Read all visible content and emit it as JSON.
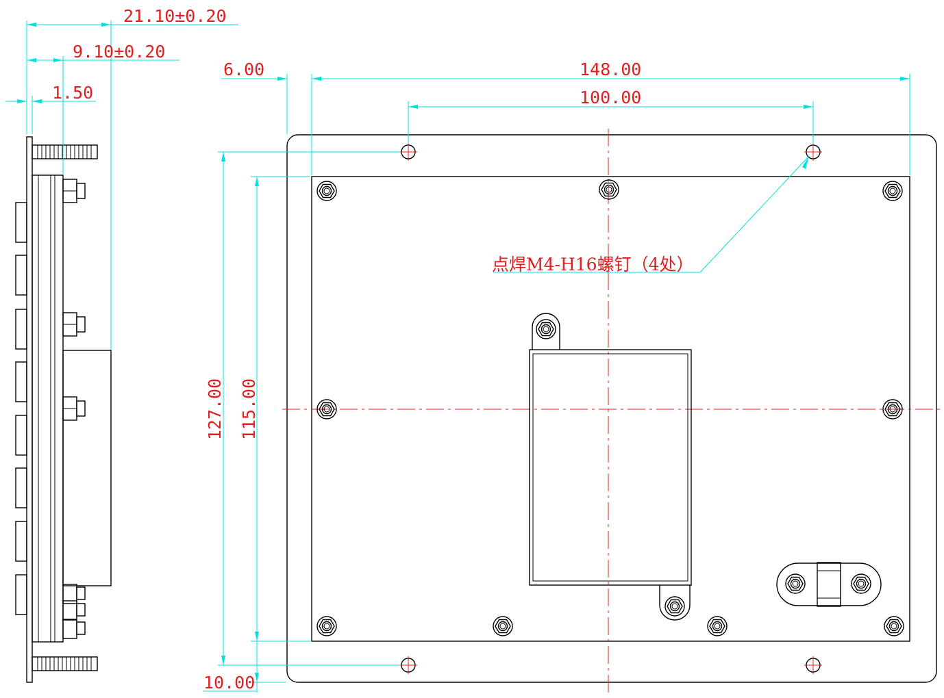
{
  "colors": {
    "object_lines": "#000000",
    "dimension_lines": "#00e0e0",
    "dimension_text": "#e02020",
    "center_lines": "#e02020",
    "background": "#ffffff"
  },
  "side_view": {
    "dims": {
      "overall_depth": "21.10±0.20",
      "flange_depth": "9.10±0.20",
      "plate_thickness": "1.50"
    }
  },
  "front_view": {
    "dims": {
      "flange_offset": "6.00",
      "overall_width": "148.00",
      "stud_spacing": "100.00",
      "overall_height": "127.00",
      "inner_height": "115.00",
      "stud_bottom_offset": "10.00"
    },
    "note": "点焊M4-H16螺钉（4处）"
  }
}
